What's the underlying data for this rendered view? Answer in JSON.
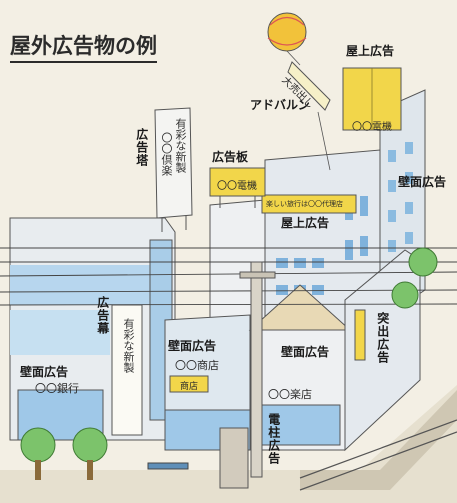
{
  "title": "屋外広告物の例",
  "labels": {
    "rooftop_top": "屋上広告",
    "balloon": "アドバルン",
    "tower": "広告塔",
    "billboard": "広告板",
    "wall_right": "壁面広告",
    "rooftop_mid": "屋上広告",
    "banner": "広告幕",
    "wall_center": "壁面広告",
    "wall_left": "壁面広告",
    "wall_lower": "壁面広告",
    "projecting": "突出広告",
    "pole": "電柱広告"
  },
  "signs": {
    "rooftop_box": "〇〇電機",
    "billboard_box": "〇〇電機",
    "tower_line1": "有彩な新製",
    "tower_line2": "〇〇倶楽",
    "balloon_text": "大売出し",
    "rooftop_strip": "楽しい旅行は〇〇代理店",
    "banner_text": "有彩な新製",
    "bank": "〇〇銀行",
    "shop_wall": "〇〇商店",
    "shop_sign": "商店",
    "store_wall": "〇〇楽店"
  },
  "colors": {
    "sky_bg": "#f3efe4",
    "sign_yellow": "#f2d64a",
    "building_blue": "#a9cde8",
    "window_blue": "#6fa8d6",
    "tree_green": "#7cc36b",
    "outline": "#444444"
  }
}
